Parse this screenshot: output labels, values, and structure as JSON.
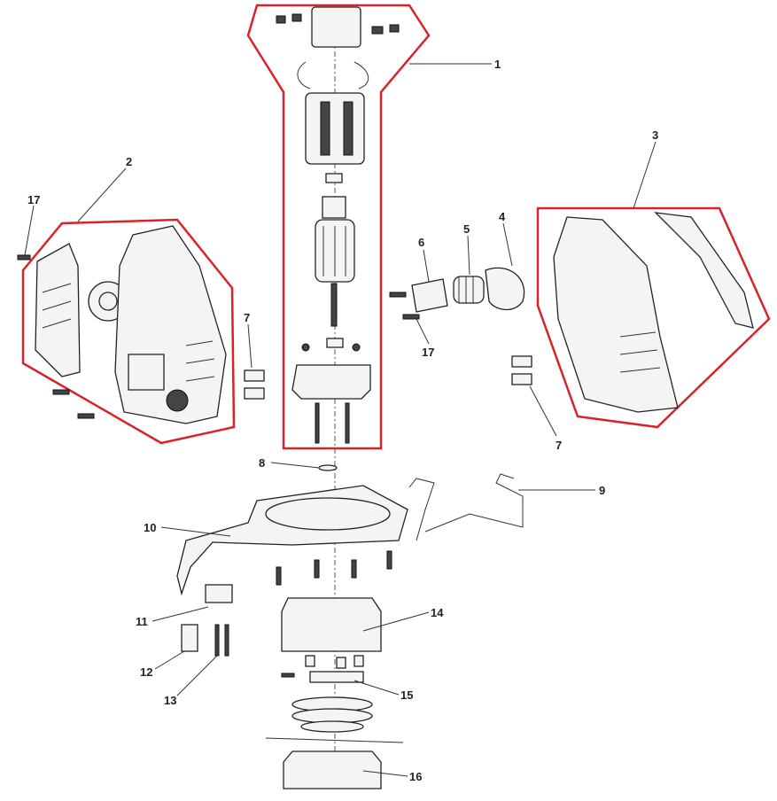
{
  "diagram": {
    "type": "exploded-parts-diagram",
    "group_outline_color": "#d8232a",
    "callouts": [
      {
        "id": "c1",
        "label": "1"
      },
      {
        "id": "c2",
        "label": "2"
      },
      {
        "id": "c3",
        "label": "3"
      },
      {
        "id": "c4",
        "label": "4"
      },
      {
        "id": "c5",
        "label": "5"
      },
      {
        "id": "c6",
        "label": "6"
      },
      {
        "id": "c17a",
        "label": "17"
      },
      {
        "id": "c7a",
        "label": "7"
      },
      {
        "id": "c17b",
        "label": "17"
      },
      {
        "id": "c7b",
        "label": "7"
      },
      {
        "id": "c8",
        "label": "8"
      },
      {
        "id": "c9",
        "label": "9"
      },
      {
        "id": "c10",
        "label": "10"
      },
      {
        "id": "c14",
        "label": "14"
      },
      {
        "id": "c11",
        "label": "11"
      },
      {
        "id": "c12",
        "label": "12"
      },
      {
        "id": "c13",
        "label": "13"
      },
      {
        "id": "c15",
        "label": "15"
      },
      {
        "id": "c16",
        "label": "16"
      }
    ]
  }
}
